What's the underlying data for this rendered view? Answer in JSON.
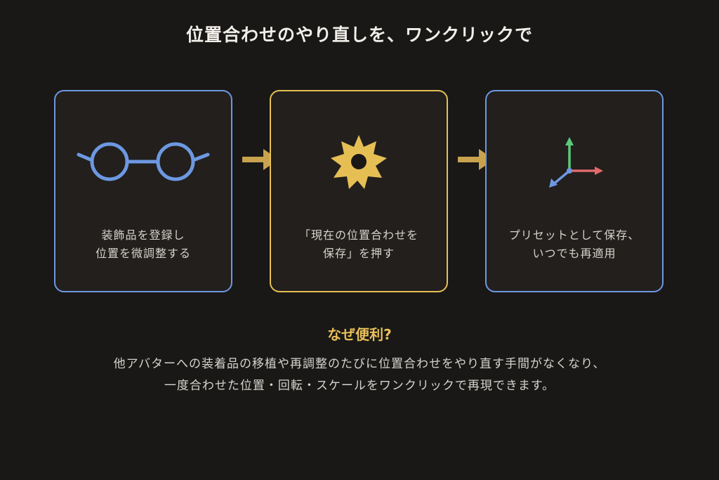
{
  "title": "位置合わせのやり直しを、ワンクリックで",
  "steps": [
    {
      "line1": "装飾品を登録し",
      "line2": "位置を微調整する",
      "icon": "glasses-icon"
    },
    {
      "line1": "「現在の位置合わせを",
      "line2": "保存」を押す",
      "icon": "gear-icon"
    },
    {
      "line1": "プリセットとして保存、",
      "line2": "いつでも再適用",
      "icon": "axes-icon"
    }
  ],
  "why": {
    "heading": "なぜ便利?",
    "line1": "他アバターへの装着品の移植や再調整のたびに位置合わせをやり直す手間がなくなり、",
    "line2": "一度合わせた位置・回転・スケールをワンクリックで再現できます。"
  },
  "colors": {
    "blue": "#6d98e1",
    "gold": "#e6bf54",
    "green": "#5cc97a",
    "red": "#e06a6a"
  }
}
